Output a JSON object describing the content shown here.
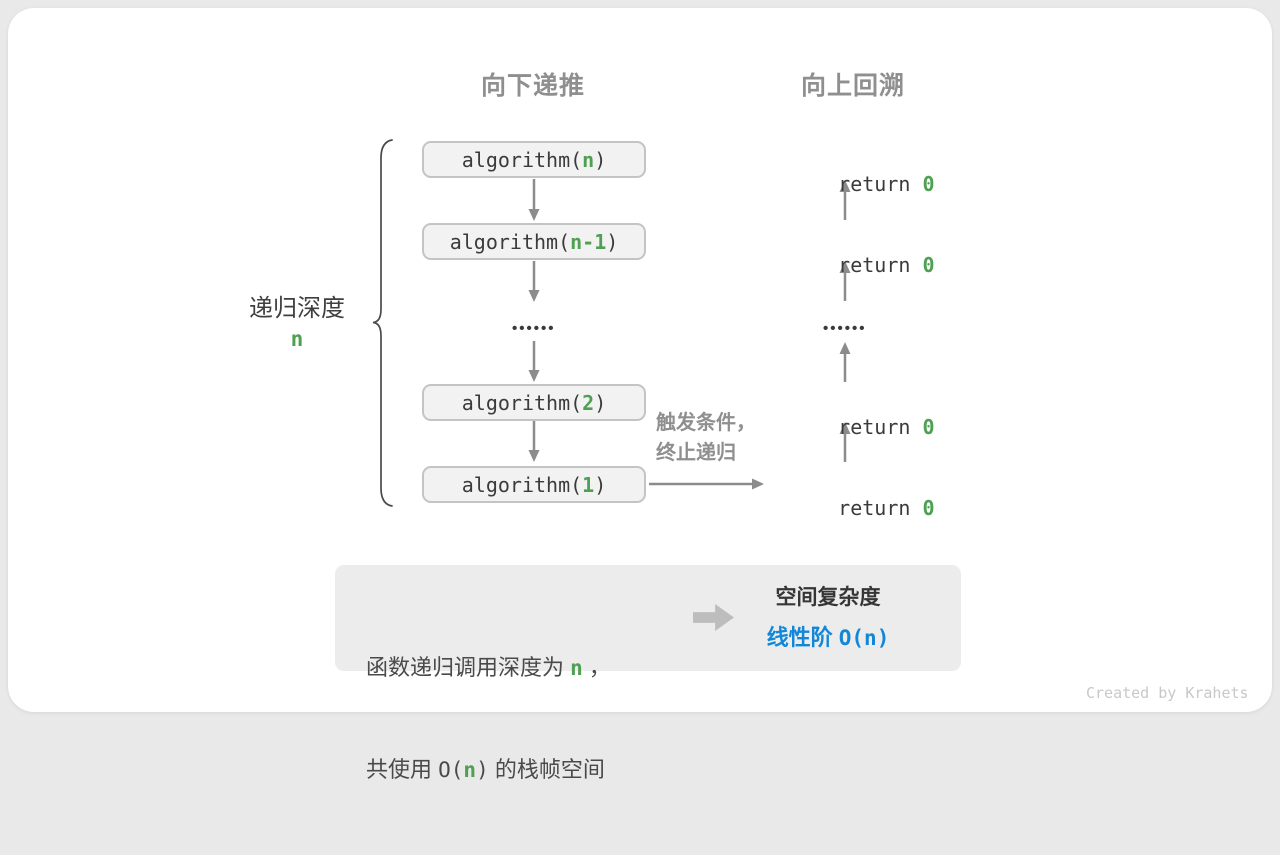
{
  "headers": {
    "downward": "向下递推",
    "upward": "向上回溯"
  },
  "depth": {
    "label": "递归深度",
    "value": "n"
  },
  "stack": {
    "boxes": [
      {
        "pre": "algorithm(",
        "arg": "n",
        "post": ")"
      },
      {
        "pre": "algorithm(",
        "arg": "n-1",
        "post": ")"
      },
      {
        "pre": "algorithm(",
        "arg": "2",
        "post": ")"
      },
      {
        "pre": "algorithm(",
        "arg": "1",
        "post": ")"
      }
    ],
    "ellipsis": "••••••"
  },
  "returns": {
    "rows": [
      {
        "pre": "return ",
        "val": "0"
      },
      {
        "pre": "return ",
        "val": "0"
      },
      {
        "pre": "return ",
        "val": "0"
      },
      {
        "pre": "return ",
        "val": "0"
      }
    ],
    "ellipsis": "••••••"
  },
  "base_case_note": {
    "line1": "触发条件，",
    "line2": "终止递归"
  },
  "summary": {
    "left_line1_pre": "函数递归调用深度为 ",
    "left_line1_var": "n",
    "left_line1_post": " ，",
    "left_line2_pre": "共使用 ",
    "left_line2_code_pre": "O(",
    "left_line2_var": "n",
    "left_line2_code_post": ")",
    "left_line2_post": " 的栈帧空间",
    "right_title": "空间复杂度",
    "right_value_label": "线性阶 ",
    "right_value_code": "O(n)"
  },
  "watermark": "Created by Krahets",
  "colors": {
    "accent_green": "#4fa052",
    "accent_blue": "#1287d8",
    "arrow_gray": "#8c8c8c",
    "box_fill": "#f2f2f2",
    "box_border": "#c4c4c4",
    "header_gray": "#8f8f8f"
  }
}
